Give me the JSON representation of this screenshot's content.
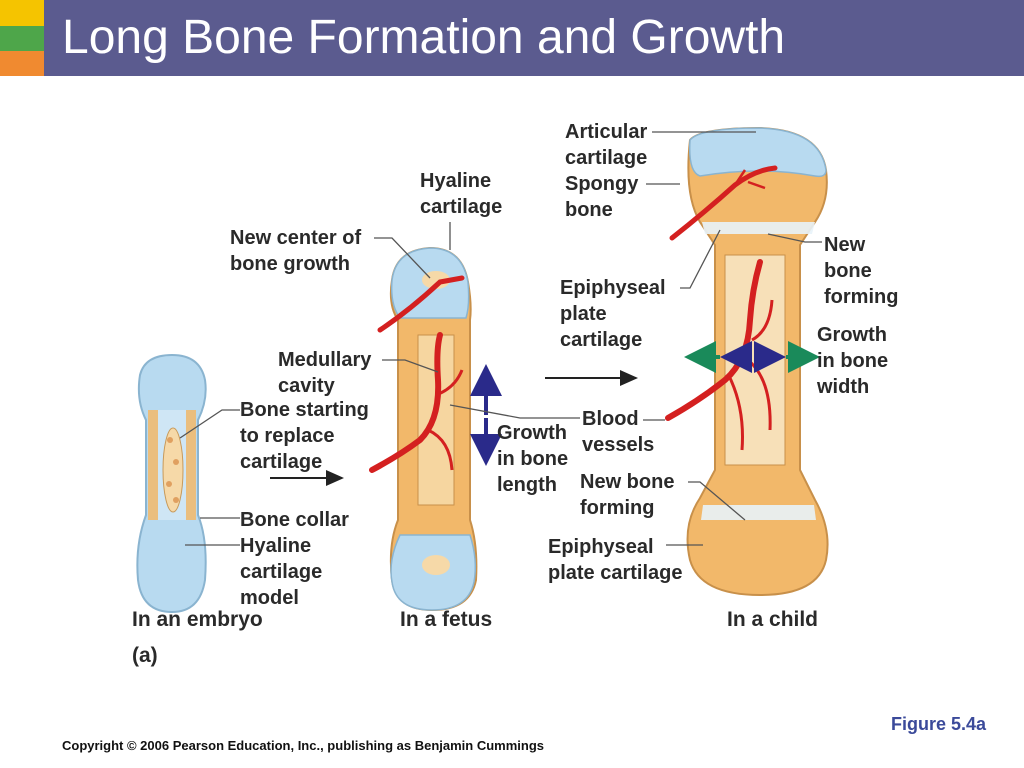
{
  "slide": {
    "title": "Long Bone Formation and Growth",
    "figure_ref": "Figure 5.4a",
    "copyright": "Copyright © 2006 Pearson Education, Inc., publishing as Benjamin Cummings"
  },
  "colors": {
    "title_bar": "#5b5b8f",
    "accent_yellow": "#f5c400",
    "accent_green": "#4ea64a",
    "accent_orange": "#f08a30",
    "cartilage": "#b8daf0",
    "bone": "#f2b86a",
    "vessel": "#d42020",
    "arrow_blue": "#2a2a8a",
    "arrow_green": "#1a8a5a"
  },
  "diagram": {
    "panel_label": "(a)",
    "captions": {
      "embryo": "In an embryo",
      "fetus": "In a fetus",
      "child": "In a child"
    },
    "embryo_labels": {
      "bone_starting": [
        "Bone starting",
        "to replace",
        "cartilage"
      ],
      "bone_collar": [
        "Bone collar"
      ],
      "hyaline_model": [
        "Hyaline",
        "cartilage",
        "model"
      ]
    },
    "fetus_labels": {
      "hyaline_cartilage": [
        "Hyaline",
        "cartilage"
      ],
      "new_center": [
        "New center of",
        "bone growth"
      ],
      "medullary_cavity": [
        "Medullary",
        "cavity"
      ],
      "growth_length": [
        "Growth",
        "in bone",
        "length"
      ]
    },
    "child_labels": {
      "articular_cartilage": [
        "Articular",
        "cartilage"
      ],
      "spongy_bone": [
        "Spongy",
        "bone"
      ],
      "epiphyseal_plate_upper": [
        "Epiphyseal",
        "plate",
        "cartilage"
      ],
      "new_bone_forming_upper": [
        "New",
        "bone",
        "forming"
      ],
      "growth_width": [
        "Growth",
        "in bone",
        "width"
      ],
      "blood_vessels": [
        "Blood",
        "vessels"
      ],
      "new_bone_forming_lower": [
        "New bone",
        "forming"
      ],
      "epiphyseal_plate_lower": [
        "Epiphyseal",
        "plate cartilage"
      ]
    }
  }
}
